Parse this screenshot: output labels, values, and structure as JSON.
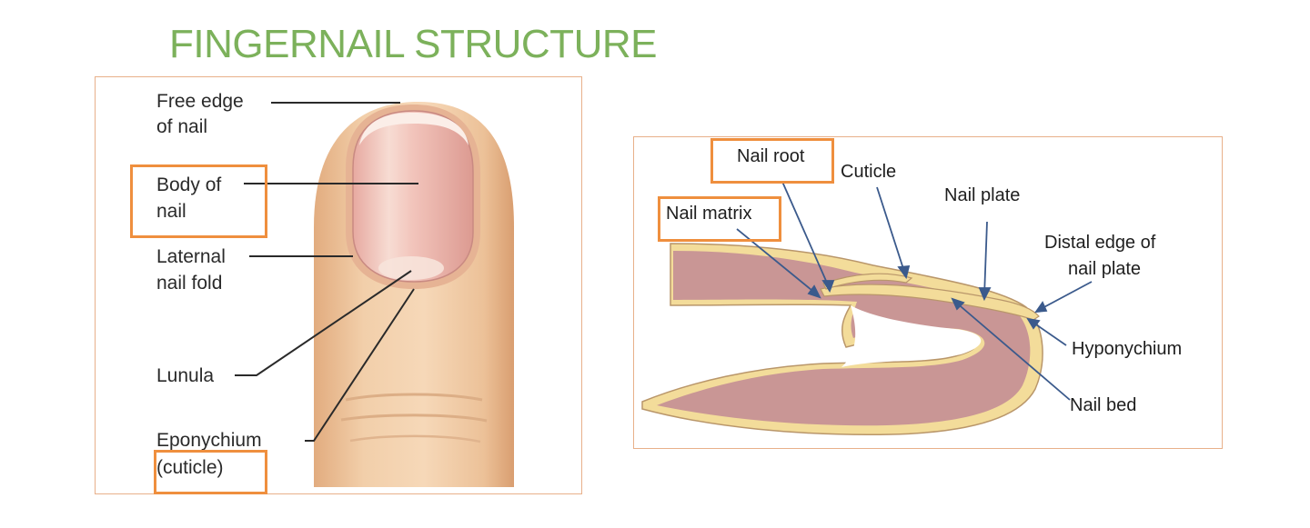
{
  "title": "FINGERNAIL STRUCTURE",
  "left_labels": {
    "free_edge_1": "Free edge",
    "free_edge_2": "of nail",
    "body_1": "Body of",
    "body_2": "nail",
    "lateral_1": "Laternal",
    "lateral_2": "nail fold",
    "lunula": "Lunula",
    "eponychium_1": "Eponychium",
    "eponychium_2": "(cuticle)"
  },
  "right_labels": {
    "nail_root": "Nail root",
    "cuticle": "Cuticle",
    "nail_matrix": "Nail matrix",
    "nail_plate": "Nail plate",
    "distal_1": "Distal edge of",
    "distal_2": "nail plate",
    "hyponychium": "Hyponychium",
    "nail_bed": "Nail bed"
  },
  "colors": {
    "title": "#7cb15b",
    "highlight_box": "#ef8f3e",
    "panel_border": "#e8b08a",
    "skin": "#f0c79f",
    "tissue": "#c99695",
    "nail_layer": "#f3dc9a",
    "arrow": "#3b5a8c"
  }
}
